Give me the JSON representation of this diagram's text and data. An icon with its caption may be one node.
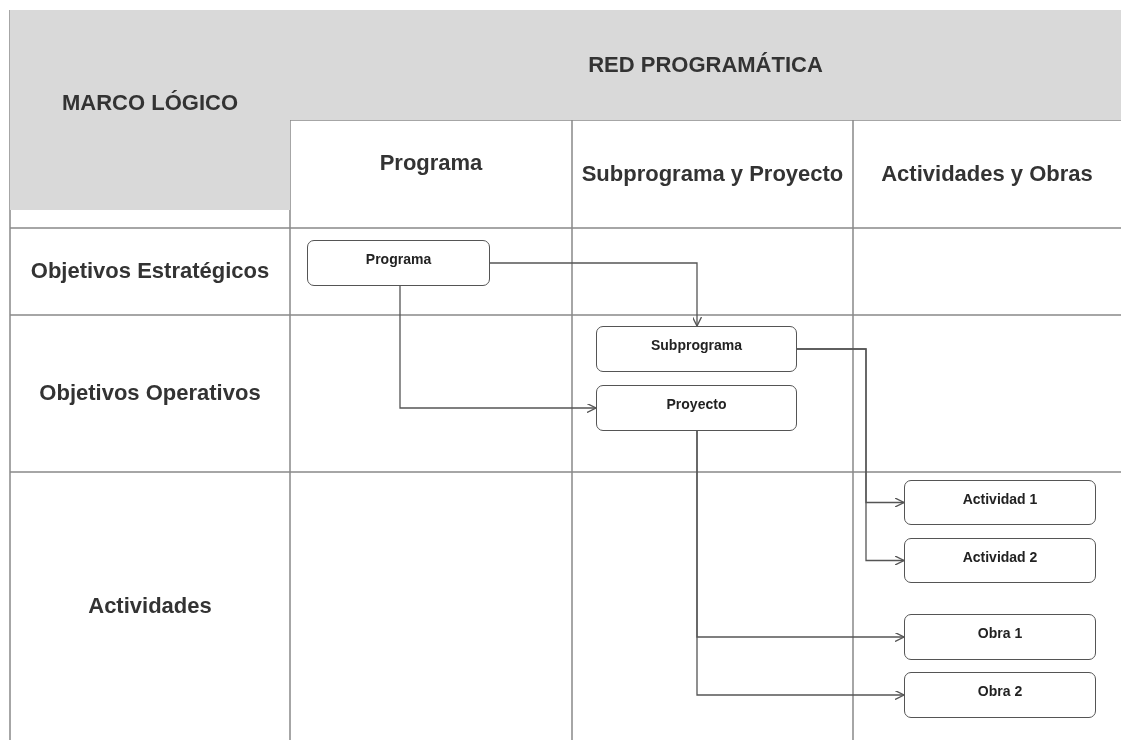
{
  "diagram": {
    "nodes": [
      {
        "text": [
          "Programa"
        ]
      },
      {
        "text": [
          "Subprograma"
        ]
      },
      {
        "text": [
          "Proyecto"
        ]
      },
      {
        "text": [
          "Actividad 1"
        ]
      },
      {
        "text": [
          "Actividad 2"
        ]
      },
      {
        "text": [
          "Obra 1"
        ]
      },
      {
        "text": [
          "Obra 2"
        ]
      }
    ],
    "edges": [
      {
        "from": 0,
        "to": 1,
        "arrow": "to"
      },
      {
        "from": 0,
        "to": 2,
        "arrow": "to"
      },
      {
        "from": 1,
        "to": 3,
        "arrow": "to"
      },
      {
        "from": 1,
        "to": 4,
        "arrow": "to"
      },
      {
        "from": 2,
        "to": 5,
        "arrow": "to"
      },
      {
        "from": 2,
        "to": 6,
        "arrow": "to"
      }
    ],
    "labels": [
      "MARCO LÓGICO",
      "RED PROGRAMÁTICA",
      "Programa",
      "Subprograma y Proyecto",
      "Actividades y Obras",
      "Objetivos Estratégicos",
      "Objetivos Operativos",
      "Actividades"
    ]
  }
}
